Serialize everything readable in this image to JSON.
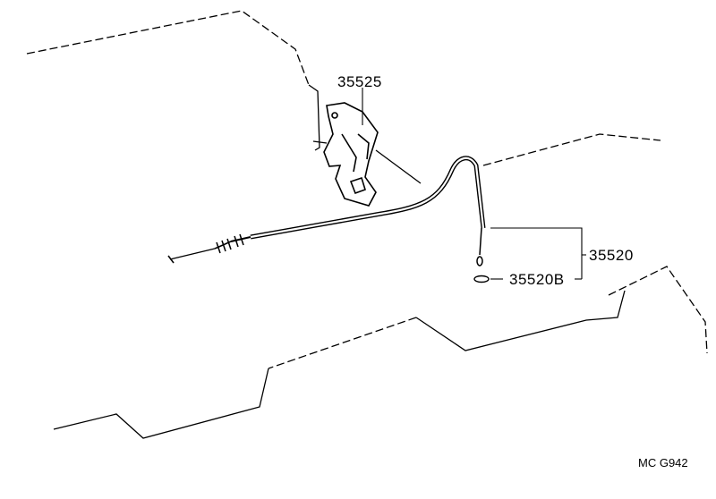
{
  "parts": {
    "bracket": "35525",
    "cable": "35520",
    "clip": "35520B"
  },
  "figure_code": "MC G942",
  "colors": {
    "line": "#000000",
    "background": "#ffffff"
  }
}
